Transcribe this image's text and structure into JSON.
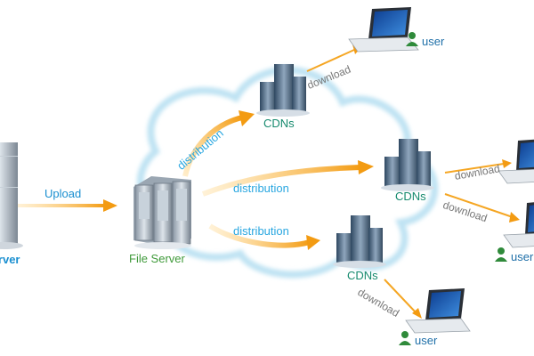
{
  "source": {
    "label": "Server"
  },
  "upload": {
    "label": "Upload"
  },
  "file_server": {
    "label": "File Server"
  },
  "cdn_label": "CDNs",
  "distribution_label": "distribution",
  "download_label": "download",
  "user_label": "user",
  "colors": {
    "arrow": "#f5a623",
    "cloud_outline": "#bfe3f3",
    "server_text": "#1a8fd0",
    "file_server_text": "#3f9a3a",
    "cdn_text": "#168a6e",
    "distribution_text": "#2aa7e0",
    "user_text": "#1e6fa8"
  }
}
